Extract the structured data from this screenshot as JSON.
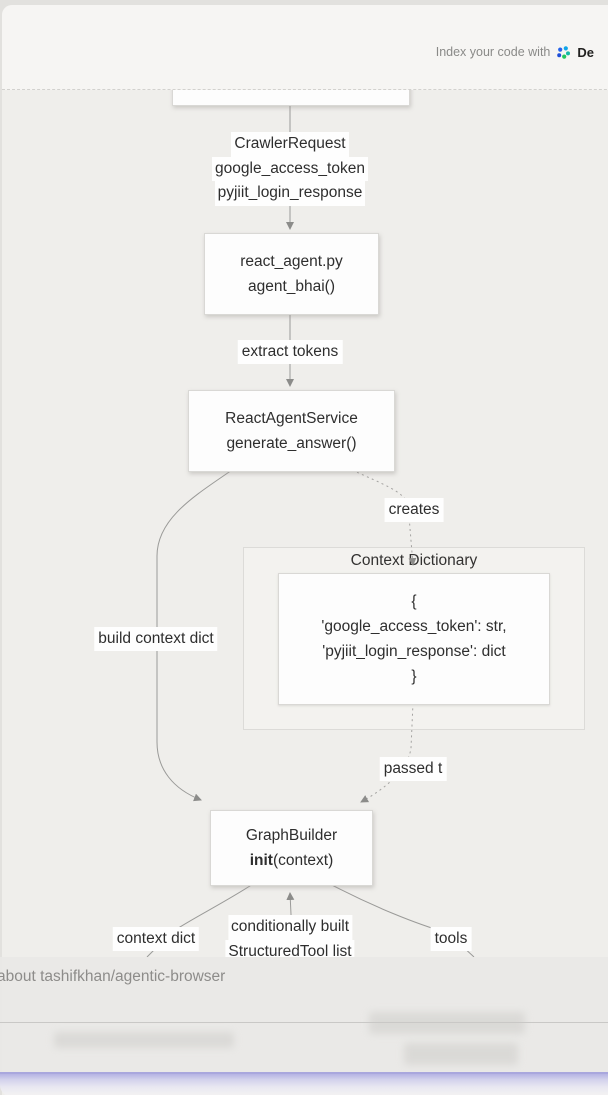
{
  "header": {
    "banner_prefix": "Index your code with",
    "brand_partial": "De",
    "logo_icon": "devin-logo"
  },
  "diagram": {
    "nodes": {
      "react_agent": {
        "lines": [
          "react_agent.py",
          "agent_bhai()"
        ]
      },
      "service": {
        "lines": [
          "ReactAgentService",
          "generate_answer()"
        ]
      },
      "graph_builder": {
        "title": "GraphBuilder",
        "fn_bold": "init",
        "fn_rest": "(context)"
      },
      "dict_literal": {
        "lines": [
          "{",
          "'google_access_token': str,",
          "'pyjiit_login_response': dict",
          "}"
        ]
      }
    },
    "subgraph_title": "Context Dictionary",
    "edge_labels": {
      "request_payload": {
        "lines": [
          "CrawlerRequest",
          "google_access_token",
          "pyjiit_login_response"
        ]
      },
      "extract_tokens": "extract tokens",
      "creates": "creates",
      "build_context": "build context dict",
      "passed_to": "passed t",
      "context_dict": "context dict",
      "conditionally_built": {
        "lines": [
          "conditionally built",
          "StructuredTool list"
        ]
      },
      "tools": "tools"
    }
  },
  "overlay": {
    "prompt_text": "about tashifkhan/agentic-browser"
  },
  "colors": {
    "canvas_bg": "#efeeeb",
    "header_bg": "#f6f5f3",
    "node_bg": "#fdfdfd",
    "node_border": "#d9d8d5",
    "subgraph_bg": "#f3f2ef",
    "edge_stroke": "#9a9a98",
    "label_text": "#2e2e2e",
    "muted_text": "#8d8c8a",
    "accent_purple": "#a9a7dd",
    "overlay_bg": "#e9e8e6",
    "logo_blue": "#2563eb",
    "logo_teal": "#0ea5e9",
    "logo_green": "#22c55e"
  }
}
